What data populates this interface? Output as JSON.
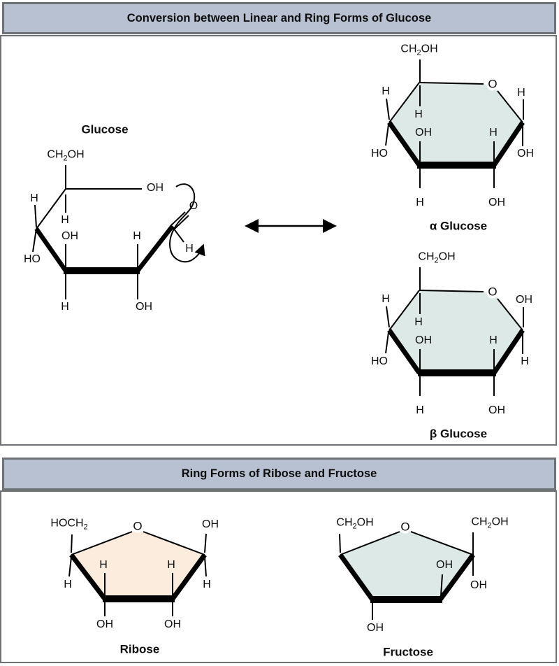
{
  "colors": {
    "header_bg": "#b7c1d1",
    "header_border": "#6e7277",
    "panel_border": "#6e7277",
    "glucose_ring_fill": "#dde9e7",
    "ribose_ring_fill": "#fcecdd",
    "bond_line": "#000000"
  },
  "panel1": {
    "title": "Conversion between Linear and Ring Forms of Glucose",
    "linear": {
      "name": "Glucose",
      "labels": {
        "ch2oh": {
          "pre": "CH",
          "sub": "2",
          "post": "OH"
        },
        "oh_top": "OH",
        "h_left": "H",
        "ho_left": "HO",
        "h_c5": "H",
        "oh_inner_left": "OH",
        "h_inner_right": "H",
        "h_bottom": "H",
        "oh_bottom": "OH",
        "o_carbonyl": "O",
        "h_carbonyl": "H"
      }
    },
    "alpha": {
      "name": "α Glucose",
      "labels": {
        "ch2oh": {
          "pre": "CH",
          "sub": "2",
          "post": "OH"
        },
        "o_ring": "O",
        "h_topleft": "H",
        "h_topright": "H",
        "h_inner_top": "H",
        "oh_inner_left": "OH",
        "h_inner_right": "H",
        "ho_left": "HO",
        "oh_right": "OH",
        "h_bottom": "H",
        "oh_bottom": "OH"
      }
    },
    "beta": {
      "name": "β Glucose",
      "labels": {
        "ch2oh": {
          "pre": "CH",
          "sub": "2",
          "post": "OH"
        },
        "o_ring": "O",
        "h_topleft": "H",
        "oh_topright": "OH",
        "h_inner_top": "H",
        "oh_inner_left": "OH",
        "h_inner_right": "H",
        "ho_left": "HO",
        "h_right": "H",
        "h_bottom": "H",
        "oh_bottom": "OH"
      }
    }
  },
  "panel2": {
    "title": "Ring Forms of Ribose and Fructose",
    "ribose": {
      "name": "Ribose",
      "labels": {
        "hoch2": {
          "pre": "HOCH",
          "sub": "2",
          "post": ""
        },
        "o_ring": "O",
        "oh_topright": "OH",
        "h_left": "H",
        "h_right": "H",
        "h_inner_left": "H",
        "h_inner_right": "H",
        "oh_bottom_left": "OH",
        "oh_bottom_right": "OH"
      }
    },
    "fructose": {
      "name": "Fructose",
      "labels": {
        "ch2oh_left": {
          "pre": "CH",
          "sub": "2",
          "post": "OH"
        },
        "o_ring": "O",
        "ch2oh_right": {
          "pre": "CH",
          "sub": "2",
          "post": "OH"
        },
        "oh_right": "OH",
        "oh_inner": "OH",
        "oh_bottom": "OH"
      }
    }
  }
}
